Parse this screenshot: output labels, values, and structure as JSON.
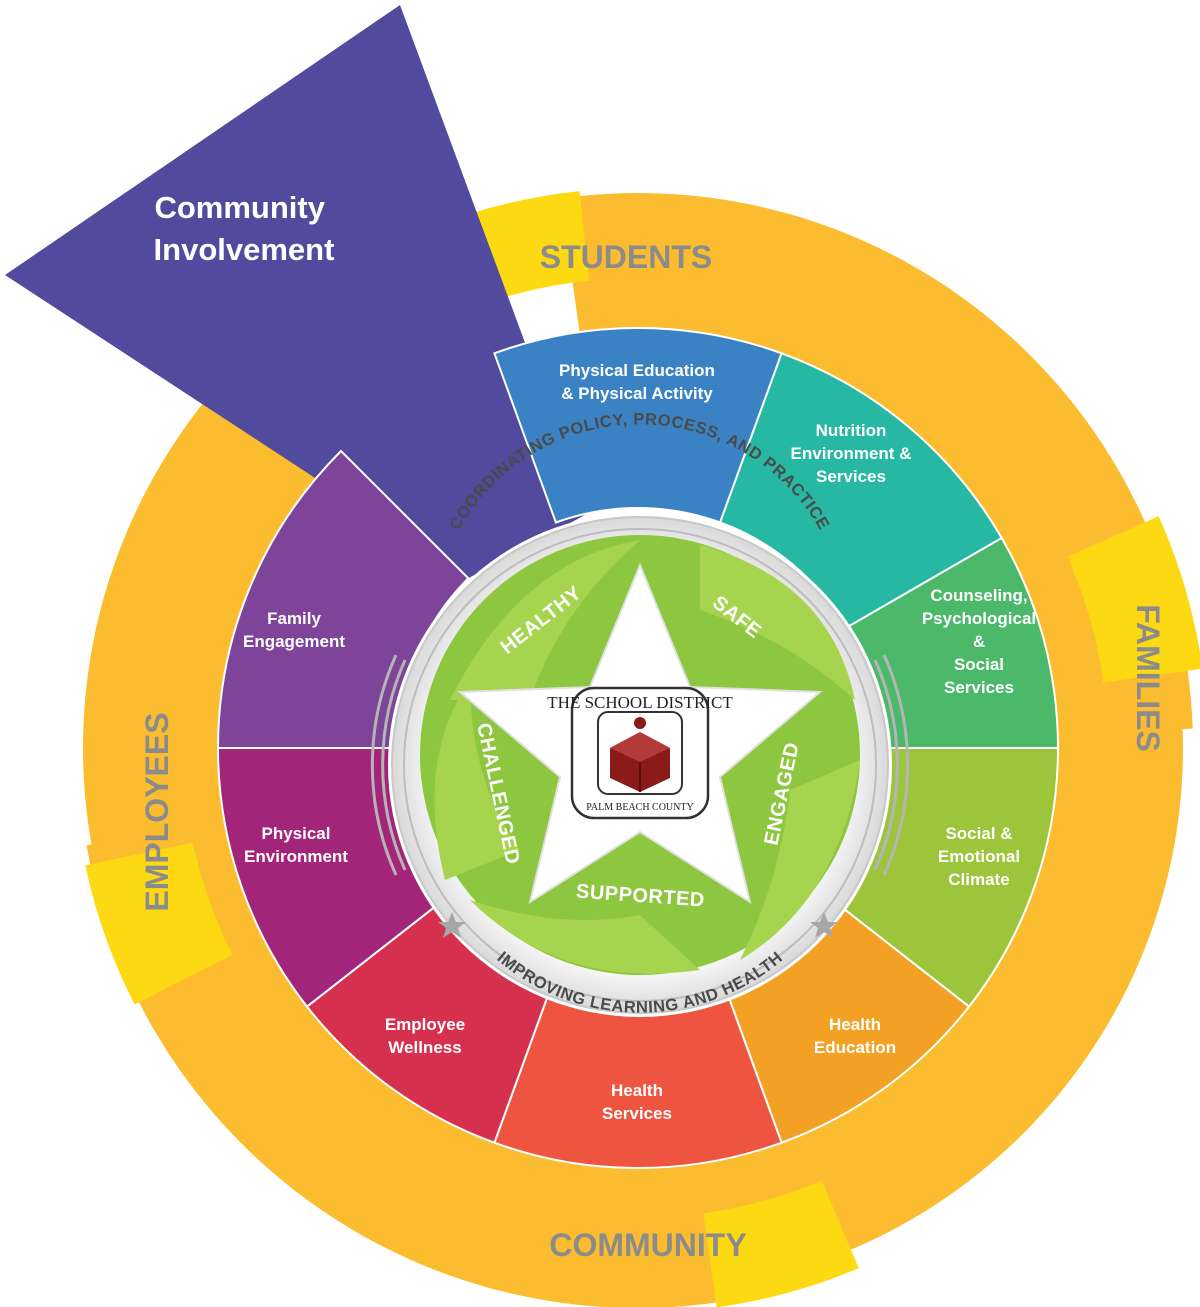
{
  "outer_ring": {
    "students": "STUDENTS",
    "families": "FAMILIES",
    "community": "COMMUNITY",
    "employees": "EMPLOYEES"
  },
  "community_involvement": [
    "Community",
    "Involvement"
  ],
  "segments": [
    {
      "id": "pe",
      "lines": [
        "Physical Education",
        "& Physical Activity"
      ],
      "color": "#3b82c4"
    },
    {
      "id": "nutrition",
      "lines": [
        "Nutrition",
        "Environment &",
        "Services"
      ],
      "color": "#27b8a4"
    },
    {
      "id": "counseling",
      "lines": [
        "Counseling,",
        "Psychological",
        "&",
        "Social",
        "Services"
      ],
      "color": "#4cb86a"
    },
    {
      "id": "social",
      "lines": [
        "Social &",
        "Emotional",
        "Climate"
      ],
      "color": "#9cc53b"
    },
    {
      "id": "health-ed",
      "lines": [
        "Health",
        "Education"
      ],
      "color": "#f3a125"
    },
    {
      "id": "health-services",
      "lines": [
        "Health",
        "Services"
      ],
      "color": "#ee5540"
    },
    {
      "id": "employee-wellness",
      "lines": [
        "Employee",
        "Wellness"
      ],
      "color": "#d6304f"
    },
    {
      "id": "physical-env",
      "lines": [
        "Physical",
        "Environment"
      ],
      "color": "#a3257a"
    },
    {
      "id": "family",
      "lines": [
        "Family",
        "Engagement"
      ],
      "color": "#7d4499"
    }
  ],
  "colors": {
    "ring_orange": "#fbbd2f",
    "ring_yellow": "#fcd913",
    "community_purple": "#524a9c",
    "center_green": "#8dc63f",
    "center_green_light": "#a6d44e",
    "logo_maroon": "#8b1a1a"
  },
  "center": {
    "top_arc": "COORDINATING POLICY, PROCESS, AND PRACTICE",
    "bottom_arc": "IMPROVING LEARNING AND HEALTH",
    "words": [
      "HEALTHY",
      "SAFE",
      "ENGAGED",
      "SUPPORTED",
      "CHALLENGED"
    ]
  },
  "logo": {
    "top": "THE SCHOOL DISTRICT",
    "bottom": "PALM BEACH COUNTY"
  }
}
